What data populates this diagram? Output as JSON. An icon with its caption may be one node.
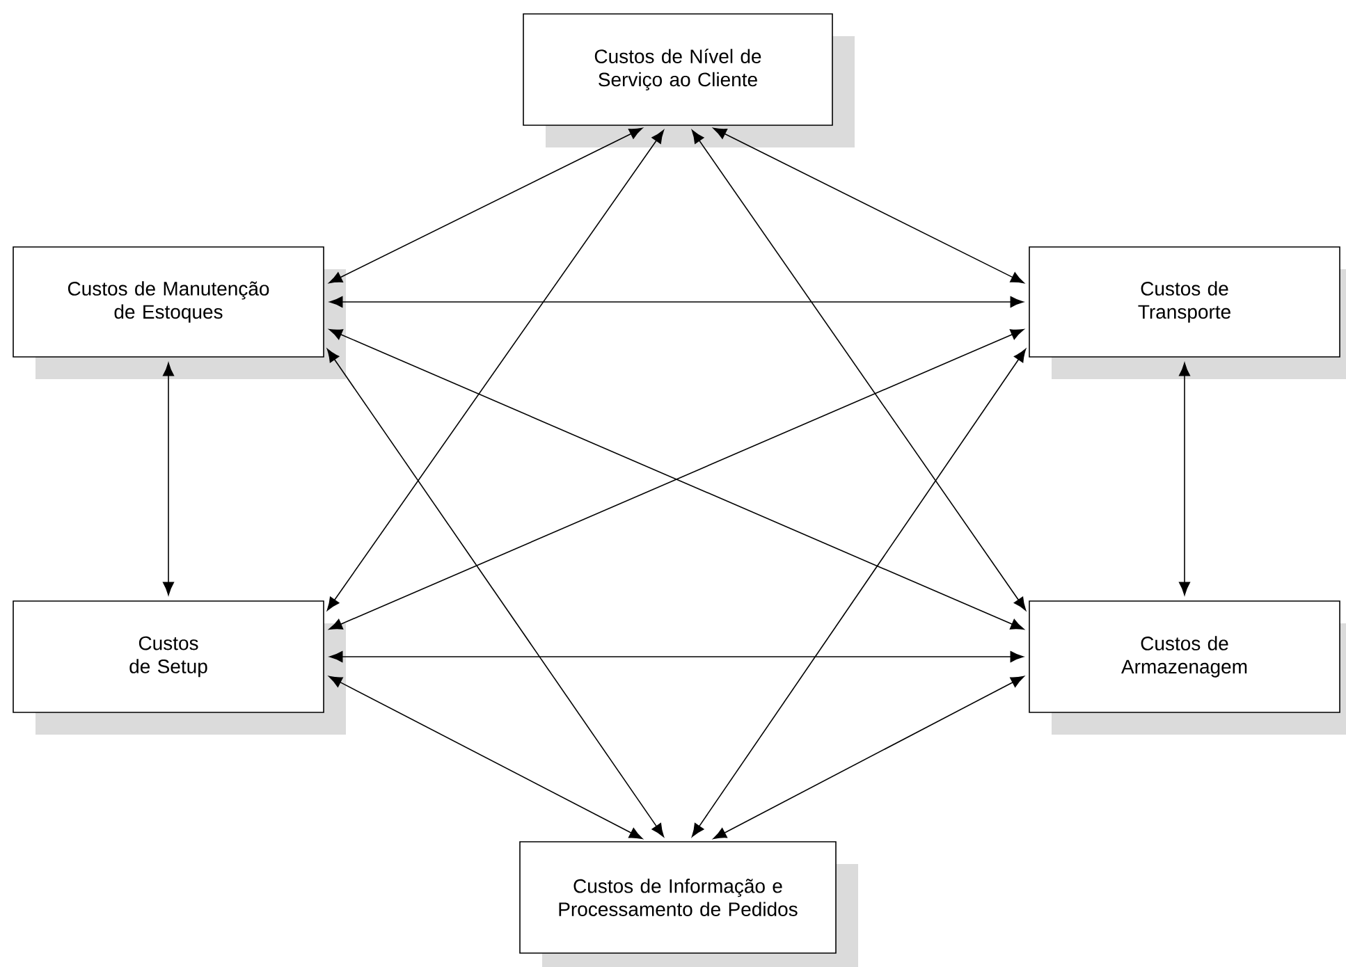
{
  "diagram": {
    "nodes": [
      {
        "text": [
          "Custos de Nível de Serviço ao Cliente"
        ]
      },
      {
        "text": [
          "Custos de Manutenção de Estoques"
        ]
      },
      {
        "text": [
          "Custos de Transporte"
        ]
      },
      {
        "text": [
          "Custos de Setup"
        ]
      },
      {
        "text": [
          "Custos de Armazenagem"
        ]
      },
      {
        "text": [
          "Custos de Informação e Processamento de Pedidos"
        ]
      }
    ],
    "edges": [
      {
        "from": 0,
        "to": 1,
        "arrow": "both"
      },
      {
        "from": 0,
        "to": 2,
        "arrow": "both"
      },
      {
        "from": 0,
        "to": 3,
        "arrow": "both"
      },
      {
        "from": 0,
        "to": 4,
        "arrow": "both"
      },
      {
        "from": 1,
        "to": 2,
        "arrow": "both"
      },
      {
        "from": 1,
        "to": 3,
        "arrow": "both"
      },
      {
        "from": 1,
        "to": 4,
        "arrow": "both"
      },
      {
        "from": 1,
        "to": 5,
        "arrow": "both"
      },
      {
        "from": 2,
        "to": 3,
        "arrow": "both"
      },
      {
        "from": 2,
        "to": 4,
        "arrow": "both"
      },
      {
        "from": 2,
        "to": 5,
        "arrow": "both"
      },
      {
        "from": 3,
        "to": 4,
        "arrow": "both"
      },
      {
        "from": 3,
        "to": 5,
        "arrow": "both"
      },
      {
        "from": 4,
        "to": 5,
        "arrow": "both"
      }
    ]
  }
}
